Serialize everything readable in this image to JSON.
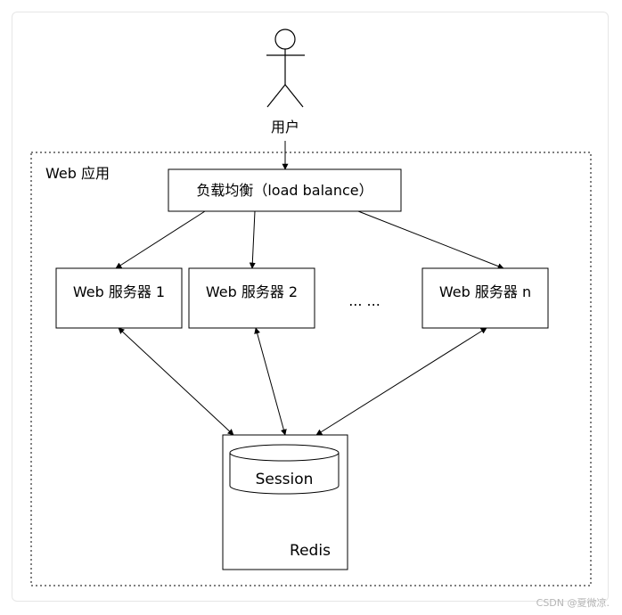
{
  "user": {
    "label": "用户"
  },
  "app_group": {
    "label": "Web 应用"
  },
  "load_balancer": {
    "label": "负载均衡（load balance）"
  },
  "servers": [
    {
      "label": "Web 服务器 1"
    },
    {
      "label": "Web 服务器 2"
    },
    {
      "label": "Web 服务器 n"
    }
  ],
  "ellipsis": "... ...",
  "redis": {
    "label": "Redis",
    "session_label": "Session"
  },
  "watermark": "CSDN @夏微凉."
}
